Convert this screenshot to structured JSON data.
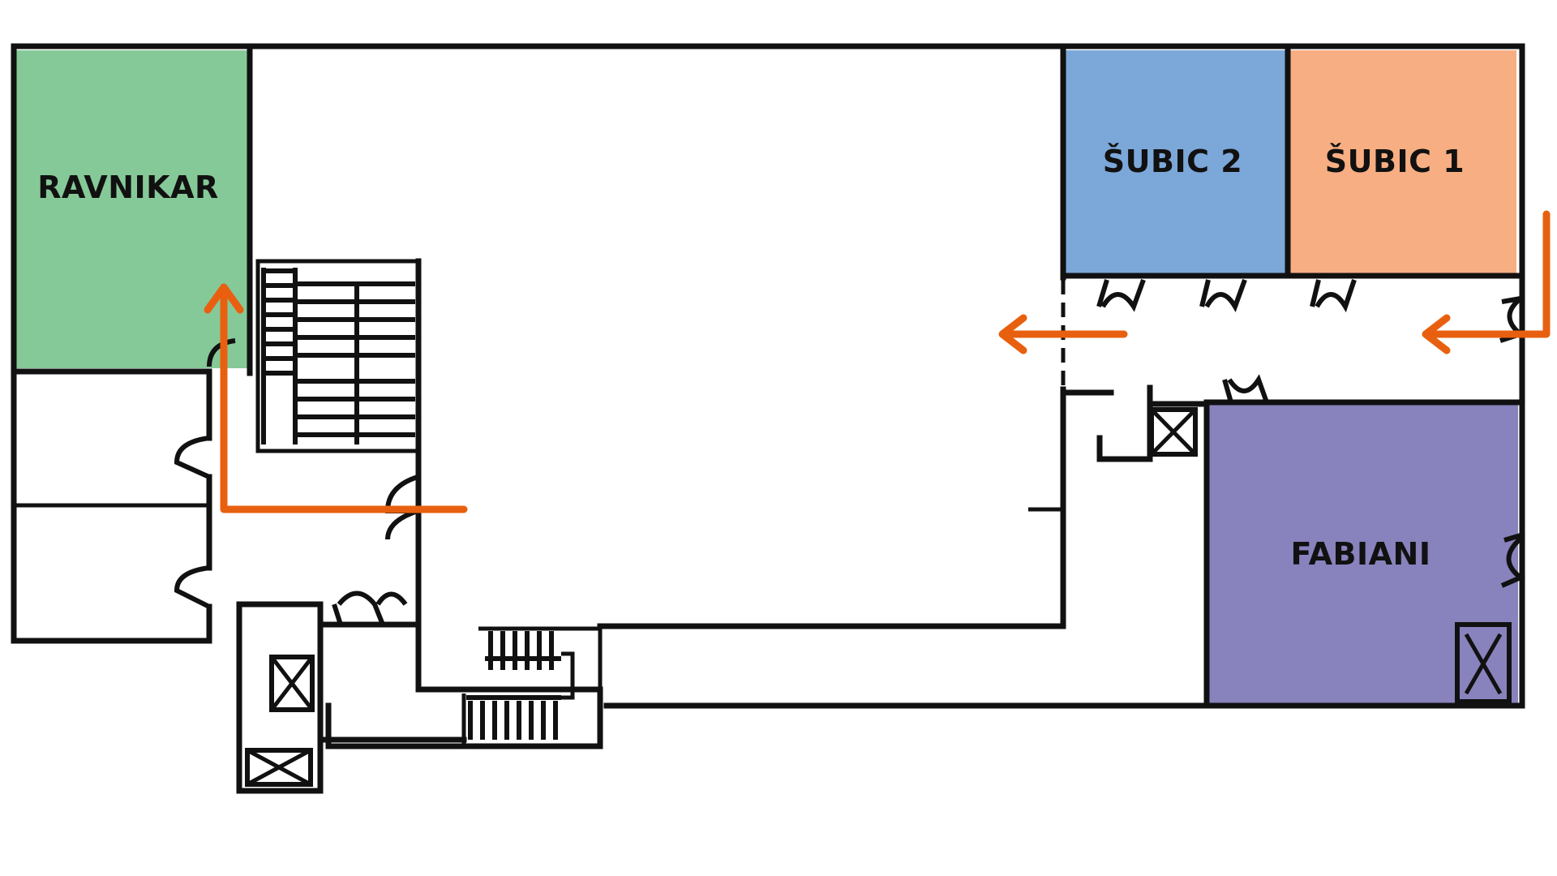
{
  "rooms": {
    "ravnikar": {
      "label": "RAVNIKAR",
      "color": "#86c998"
    },
    "subic2": {
      "label": "ŠUBIC 2",
      "color": "#7ca7d9"
    },
    "subic1": {
      "label": "ŠUBIC 1",
      "color": "#f7ae82"
    },
    "fabiani": {
      "label": "FABIANI",
      "color": "#8882bd"
    }
  },
  "route_color": "#e8600f",
  "icons": [
    "elevator-icon",
    "door-swing-icon",
    "staircase-icon",
    "direction-arrow-icon"
  ]
}
